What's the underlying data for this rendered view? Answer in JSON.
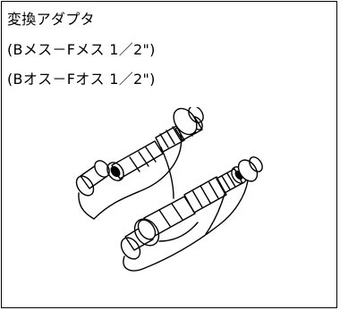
{
  "card": {
    "title": "変換アダプタ",
    "spec_line_1": "(Bメス－Fメス  1／2\")",
    "spec_line_2": "(Bオス－Fオス  1／2\")"
  },
  "illustration": {
    "icon": "fitting-adapter-illustration",
    "stroke_color": "#000000"
  }
}
